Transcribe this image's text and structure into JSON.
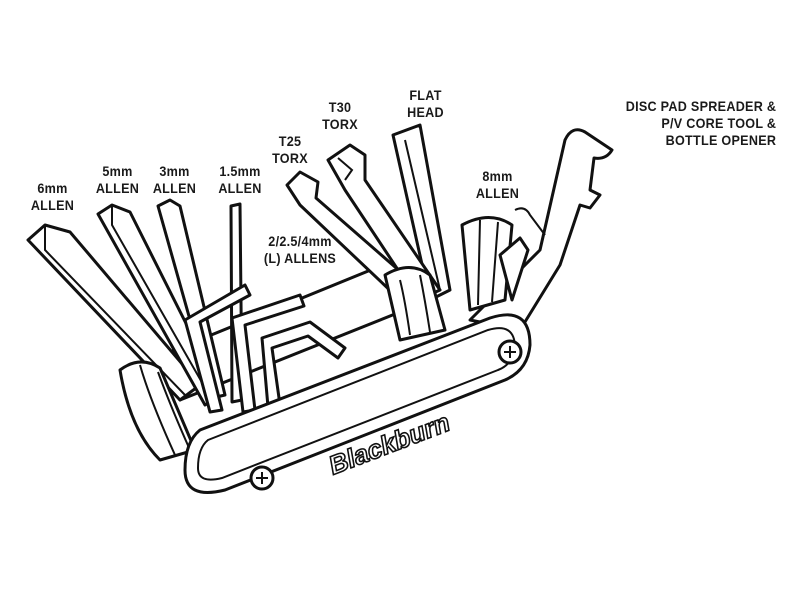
{
  "labels": {
    "allen_6mm": {
      "line1": "6mm",
      "line2": "ALLEN"
    },
    "allen_5mm": {
      "line1": "5mm",
      "line2": "ALLEN"
    },
    "allen_3mm": {
      "line1": "3mm",
      "line2": "ALLEN"
    },
    "allen_1_5mm": {
      "line1": "1.5mm",
      "line2": "ALLEN"
    },
    "l_allens": {
      "line1": "2/2.5/4mm",
      "line2": "(L) ALLENS"
    },
    "torx_t25": {
      "line1": "T25",
      "line2": "TORX"
    },
    "torx_t30": {
      "line1": "T30",
      "line2": "TORX"
    },
    "flat_head": {
      "line1": "FLAT",
      "line2": "HEAD"
    },
    "allen_8mm": {
      "line1": "8mm",
      "line2": "ALLEN"
    },
    "disc_pad": {
      "line1": "DISC PAD SPREADER &",
      "line2": "P/V CORE TOOL &",
      "line3": "BOTTLE OPENER"
    }
  },
  "logo": "Blackburn"
}
